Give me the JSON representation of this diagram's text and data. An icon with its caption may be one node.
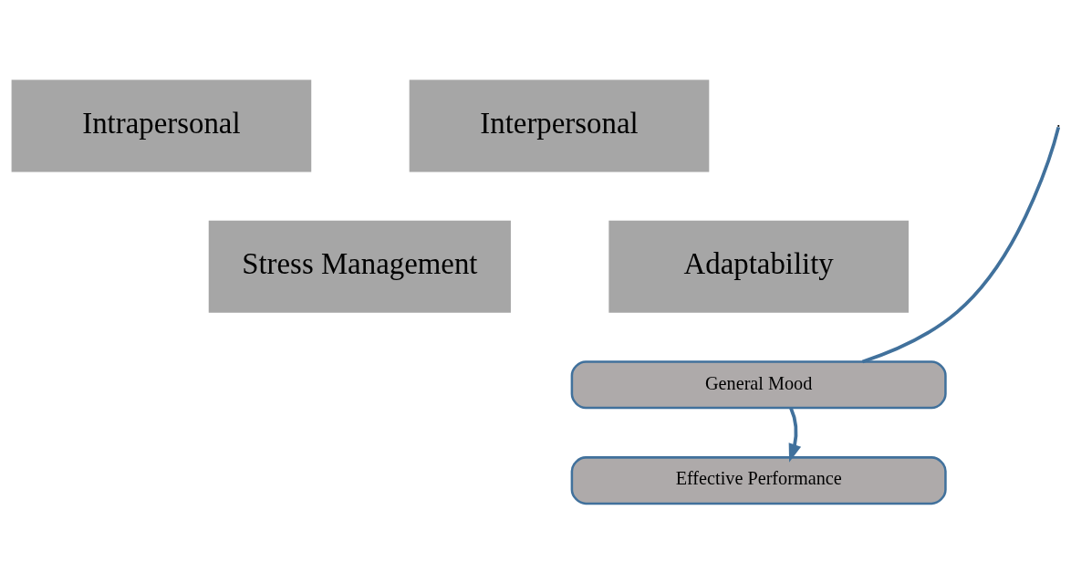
{
  "diagram": {
    "nodes": [
      {
        "text": [
          "Intrapersonal"
        ]
      },
      {
        "text": [
          "Interpersonal"
        ]
      },
      {
        "text": [
          "Stress Management"
        ]
      },
      {
        "text": [
          "Adaptability"
        ]
      },
      {
        "text": [
          "General Mood"
        ]
      },
      {
        "text": [
          "Effective Performance"
        ]
      }
    ],
    "edges": [
      {
        "from": null,
        "to": 4,
        "arrow": "none"
      },
      {
        "from": 4,
        "to": 5,
        "arrow": "to"
      }
    ]
  }
}
